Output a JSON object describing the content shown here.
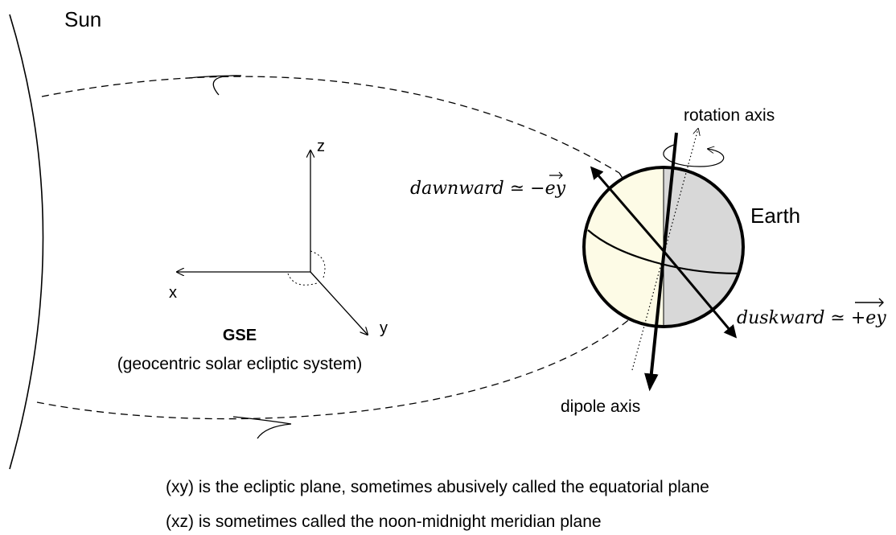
{
  "labels": {
    "sun": "Sun",
    "earth": "Earth",
    "rotation_axis": "rotation axis",
    "dipole_axis": "dipole axis",
    "dawnward": "dawnward ≃ −",
    "dawnward_vec": "ey",
    "duskward": "duskward ≃ ",
    "duskward_vec": "+ey",
    "axis_x": "x",
    "axis_y": "y",
    "axis_z": "z",
    "system_name": "GSE",
    "system_desc": "(geocentric solar ecliptic system)"
  },
  "notes": [
    "(xy) is the ecliptic plane, sometimes abusively called the equatorial plane",
    "(xz) is sometimes called the noon-midnight meridian plane"
  ],
  "colors": {
    "earth_day": "#fdfbe6",
    "earth_night": "#d8d8d8",
    "ink": "#000000"
  }
}
